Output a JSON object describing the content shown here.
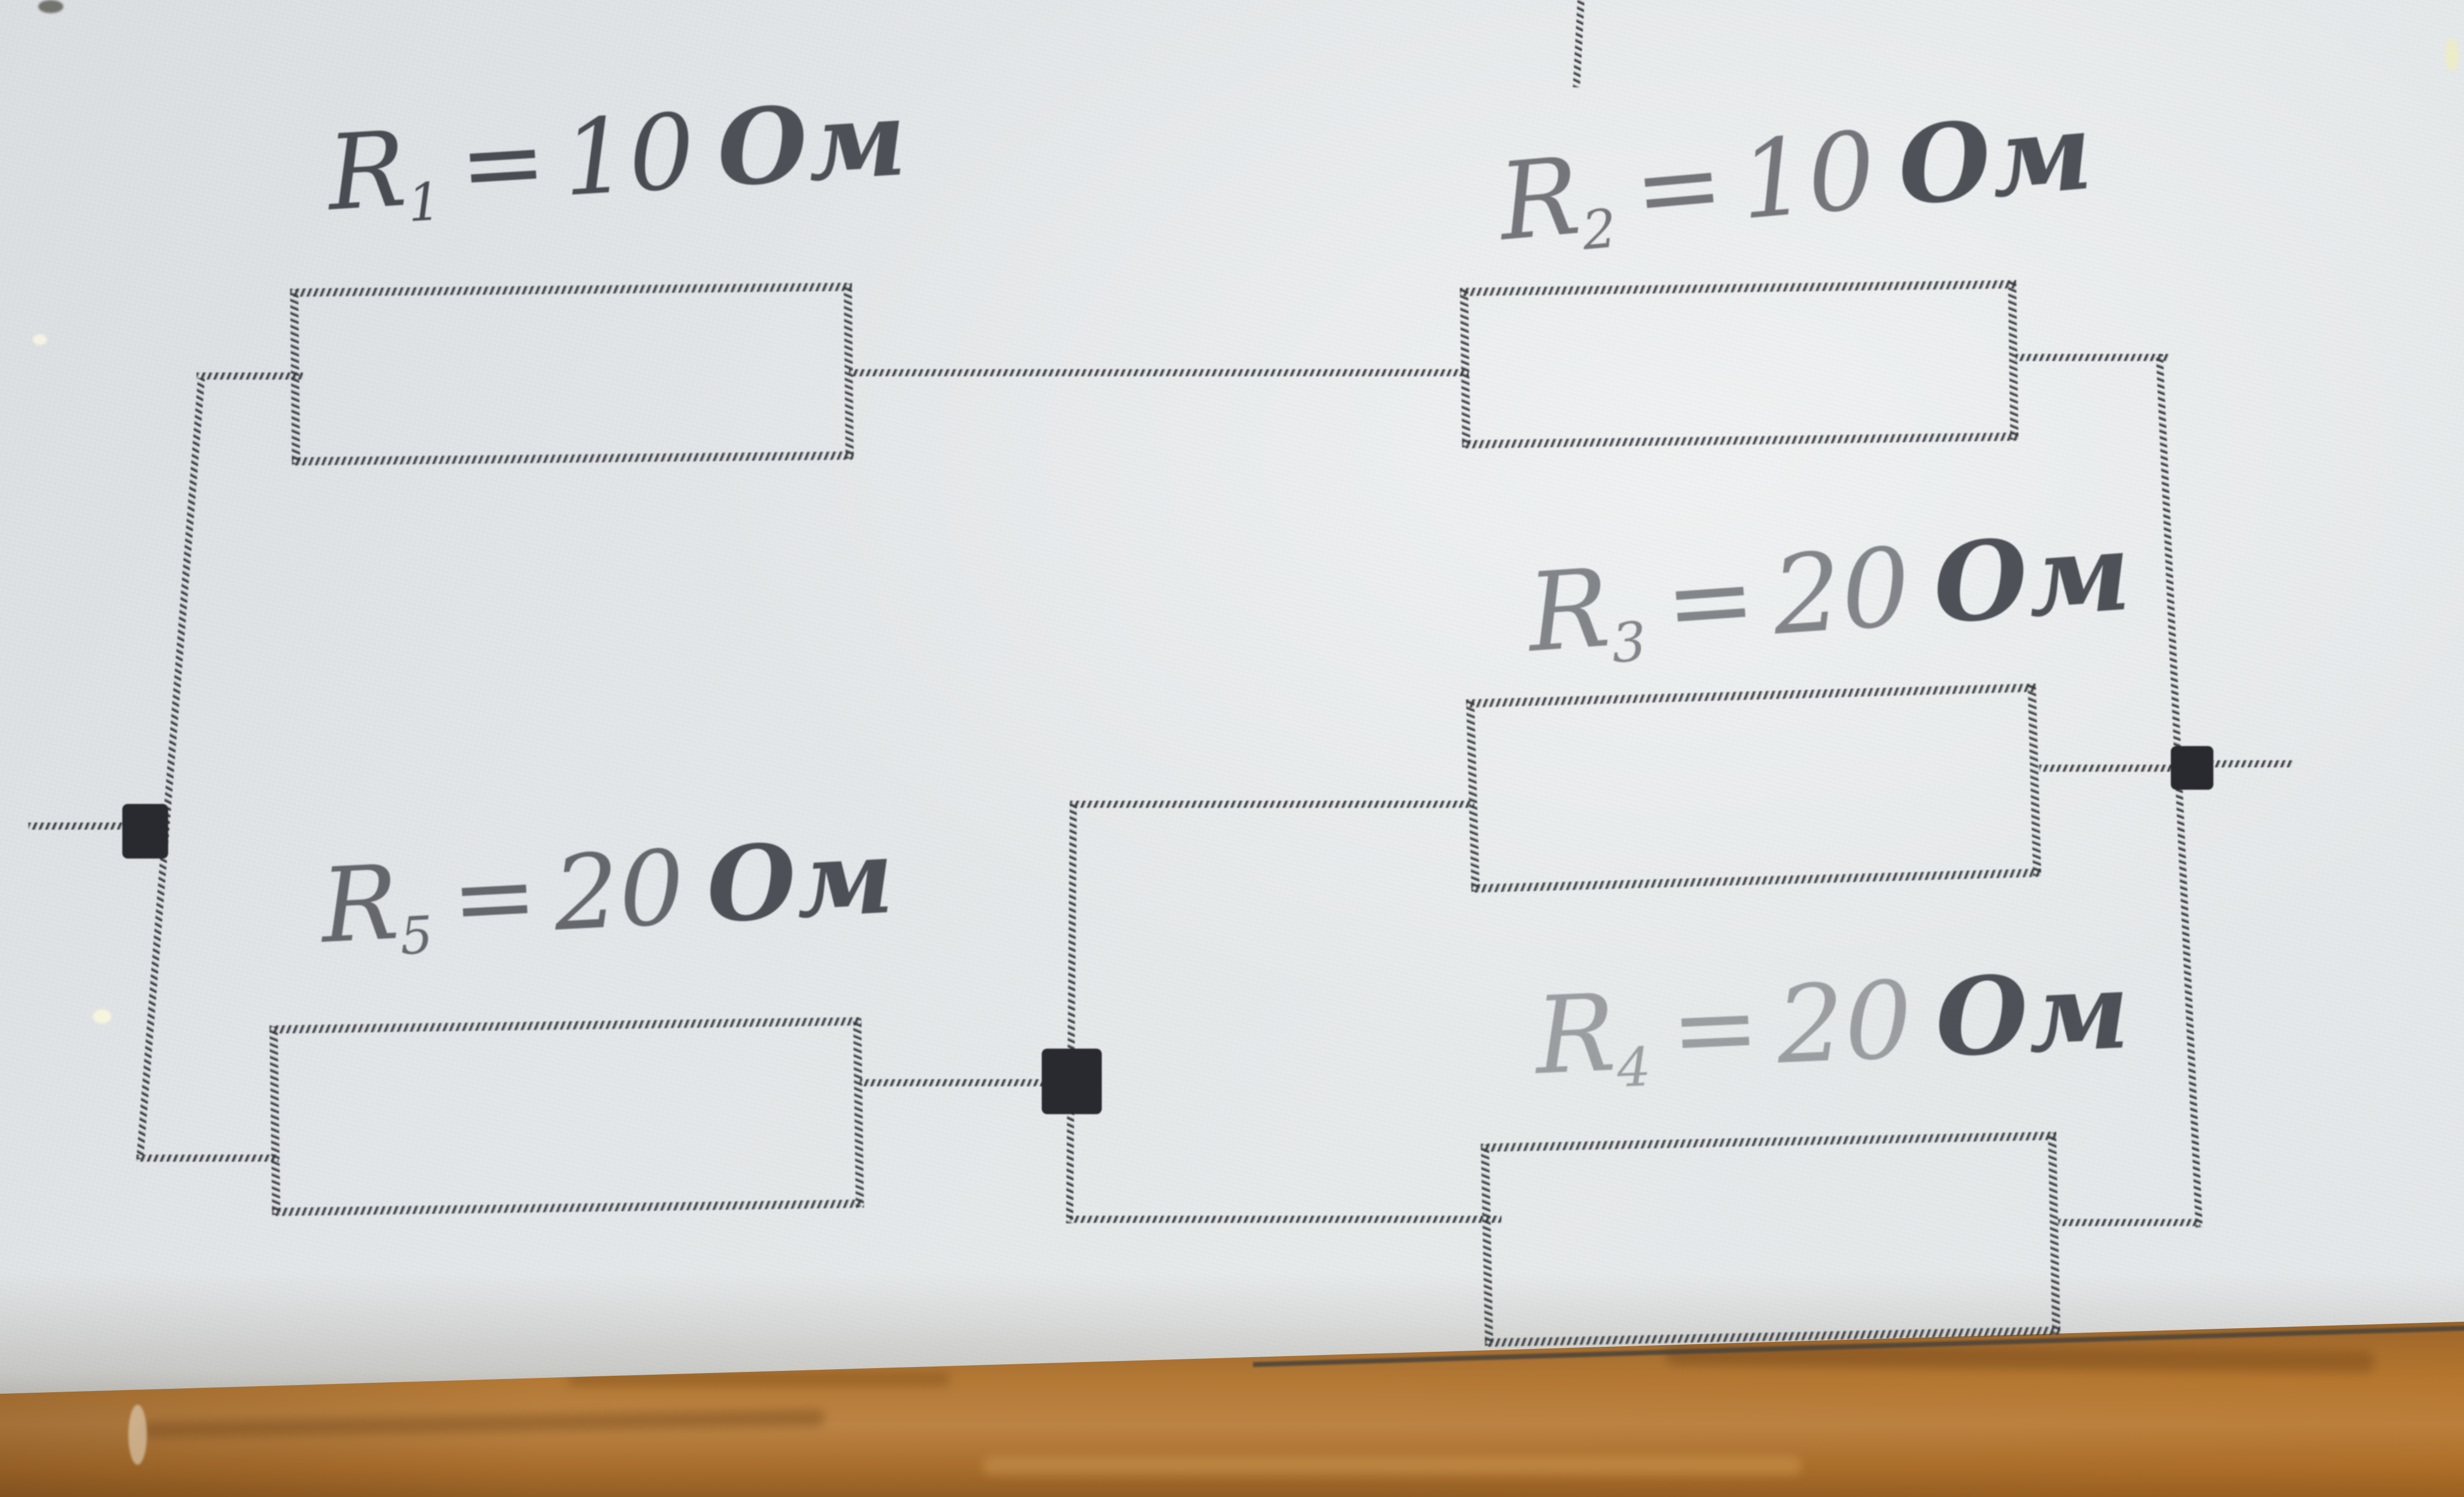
{
  "scene": {
    "description": "Photograph of a printed electric-circuit diagram on light paper lying on a wooden desk",
    "colors": {
      "paper": "#e2e5e7",
      "ink": "#42444b",
      "wood": "#b37834",
      "wood_dark": "#8a5a26",
      "paper_edge_line": "#4a443c"
    }
  },
  "labels": {
    "r1": {
      "sym": "R",
      "sub": "1",
      "eq": "=",
      "num": "10",
      "unit": "Ом"
    },
    "r2": {
      "sym": "R",
      "sub": "2",
      "eq": "=",
      "num": "10",
      "unit": "Ом"
    },
    "r3": {
      "sym": "R",
      "sub": "3",
      "eq": "=",
      "num": "20",
      "unit": "Ом"
    },
    "r4": {
      "sym": "R",
      "sub": "4",
      "eq": "=",
      "num": "20",
      "unit": "Ом"
    },
    "r5": {
      "sym": "R",
      "sub": "5",
      "eq": "=",
      "num": "20",
      "unit": "Ом"
    }
  },
  "circuit": {
    "type": "resistor network (photographed textbook diagram, labels in Russian, Ом = Ohm)",
    "components": [
      {
        "id": "R1",
        "resistance_ohm": 10,
        "label": "R1 = 10 Ом"
      },
      {
        "id": "R2",
        "resistance_ohm": 10,
        "label": "R2 = 10 Ом"
      },
      {
        "id": "R3",
        "resistance_ohm": 20,
        "label": "R3 = 20 Ом"
      },
      {
        "id": "R4",
        "resistance_ohm": 20,
        "label": "R4 = 20 Ом"
      },
      {
        "id": "R5",
        "resistance_ohm": 20,
        "label": "R5 = 20 Ом"
      }
    ],
    "topology": "Top branch: R1 in series with R2. Bottom branch: R5 in series with the parallel pair R3 ∥ R4. Both branches are connected in parallel between the left and right external terminals.",
    "junctions": [
      "left terminal junction (solid square)",
      "middle junction joining R5 to the R3/R4 parallel pair (solid square)",
      "right terminal junction (solid square)"
    ]
  }
}
